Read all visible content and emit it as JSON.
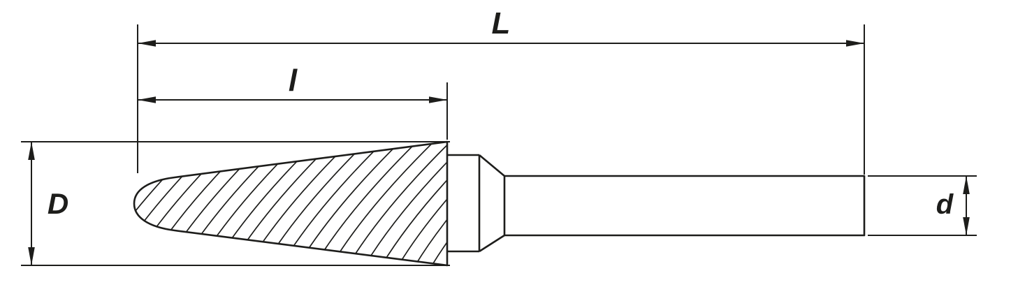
{
  "dimensions": {
    "total_length_label": "L",
    "flute_length_label": "l",
    "head_diameter_label": "D",
    "shank_diameter_label": "d"
  }
}
